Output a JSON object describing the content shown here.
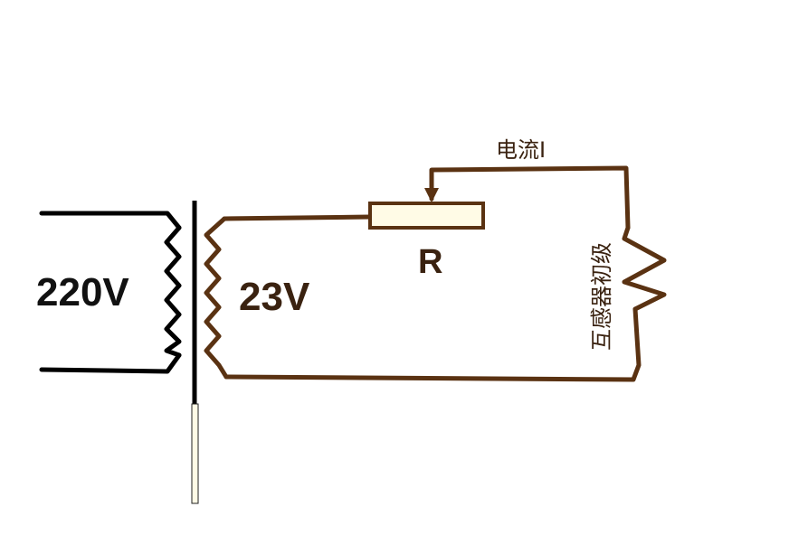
{
  "labels": {
    "primary_voltage": "220V",
    "secondary_voltage": "23V",
    "resistor": "R",
    "current": "电流I",
    "ct_primary": "互感器初级"
  },
  "colors": {
    "primary_wire": "#000000",
    "secondary_wire": "#5a3212",
    "text_black": "#111111",
    "text_brown": "#3a2210",
    "resistor_fill": "#fffbe6",
    "background": "#ffffff"
  }
}
